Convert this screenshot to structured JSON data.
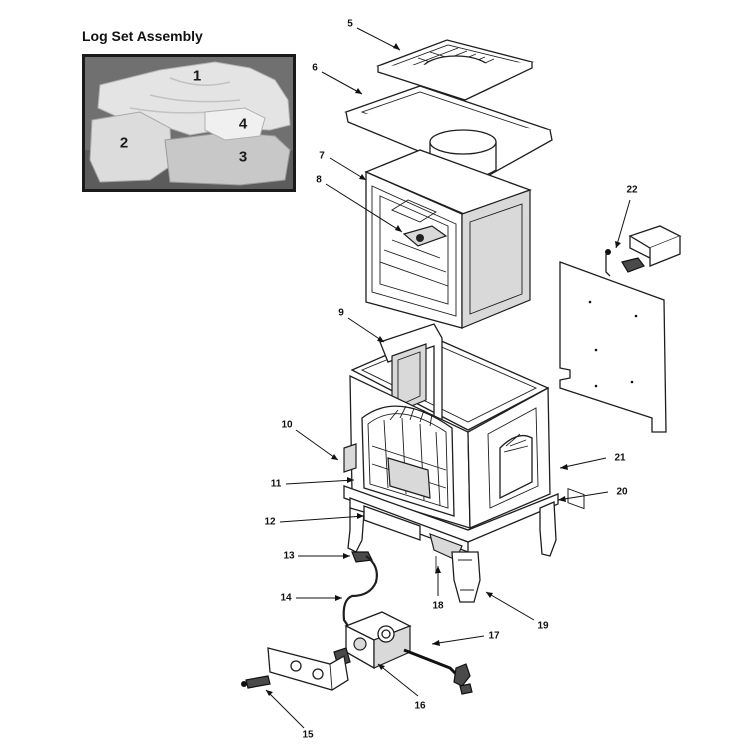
{
  "inset": {
    "title": "Log Set Assembly",
    "labels": [
      "1",
      "2",
      "3",
      "4"
    ]
  },
  "callouts": {
    "c5": "5",
    "c6": "6",
    "c7": "7",
    "c8": "8",
    "c9": "9",
    "c10": "10",
    "c11": "11",
    "c12": "12",
    "c13": "13",
    "c14": "14",
    "c15": "15",
    "c16": "16",
    "c17": "17",
    "c18": "18",
    "c19": "19",
    "c20": "20",
    "c21": "21",
    "c22": "22"
  },
  "colors": {
    "line": "#1e1e1e",
    "photo_bg": "#6e6e6e",
    "log_light": "#e6e6e6",
    "panel_fill": "#ffffff"
  }
}
